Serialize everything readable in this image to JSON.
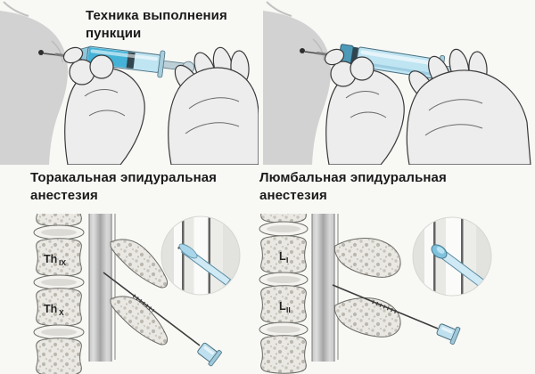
{
  "header": {
    "title": "Техника выполнения пункции"
  },
  "sections": {
    "thoracic": {
      "title": "Торакальная эпидуральная анестезия",
      "vertebrae": [
        {
          "label": "Th",
          "sub": "IX"
        },
        {
          "label": "Th",
          "sub": "X"
        }
      ]
    },
    "lumbar": {
      "title": "Люмбальная эпидуральная анестезия",
      "vertebrae": [
        {
          "label": "L",
          "sub": "I"
        },
        {
          "label": "L",
          "sub": "II"
        }
      ]
    }
  },
  "colors": {
    "syringe_liquid": "#45b3d8",
    "syringe_barrel": "#bfe4f2",
    "syringe_cap": "#4d9ab8",
    "plunger_seal": "#31454e",
    "needle_hub_blue": "#bfe0ef",
    "hand_fill": "#ededed",
    "outline": "#3a3a3a",
    "skin_gray": "#d2d2d2",
    "bone_fill": "#eae8e3",
    "text": "#1a1a1a"
  }
}
